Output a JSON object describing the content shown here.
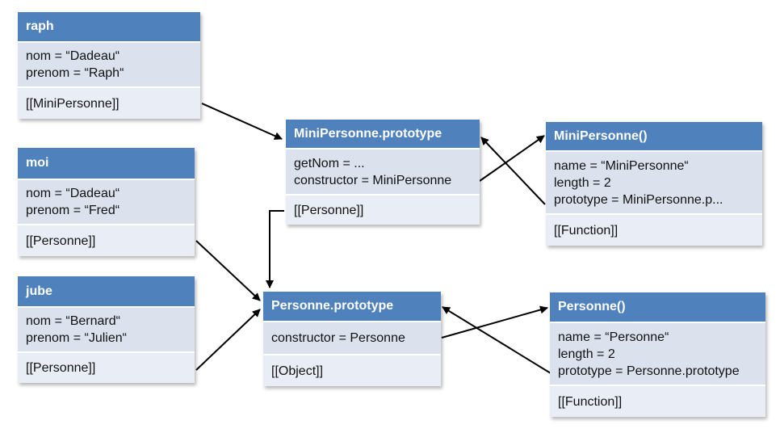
{
  "objects": {
    "raph": {
      "title": "raph",
      "props": [
        "nom = “Dadeau“",
        "prenom = “Raph“"
      ],
      "proto": "[[MiniPersonne]]"
    },
    "moi": {
      "title": "moi",
      "props": [
        "nom = “Dadeau“",
        "prenom = “Fred“"
      ],
      "proto": "[[Personne]]"
    },
    "jube": {
      "title": "jube",
      "props": [
        "nom = “Bernard“",
        "prenom = “Julien“"
      ],
      "proto": "[[Personne]]"
    },
    "mini_proto": {
      "title": "MiniPersonne.prototype",
      "props": [
        "getNom = ...",
        "constructor = MiniPersonne"
      ],
      "proto": "[[Personne]]"
    },
    "mini_fn": {
      "title": "MiniPersonne()",
      "props": [
        "name = “MiniPersonne“",
        "length = 2",
        "prototype = MiniPersonne.p..."
      ],
      "proto": "[[Function]]"
    },
    "pers_proto": {
      "title": "Personne.prototype",
      "props": [
        "constructor = Personne"
      ],
      "proto": "[[Object]]"
    },
    "pers_fn": {
      "title": "Personne()",
      "props": [
        "name = “Personne“",
        "length = 2",
        "prototype = Personne.prototype"
      ],
      "proto": "[[Function]]"
    }
  },
  "colors": {
    "header": "#4f81bd",
    "body": "#dbe2ee",
    "link_section": "#e9eef6",
    "arrow": "#000000"
  }
}
